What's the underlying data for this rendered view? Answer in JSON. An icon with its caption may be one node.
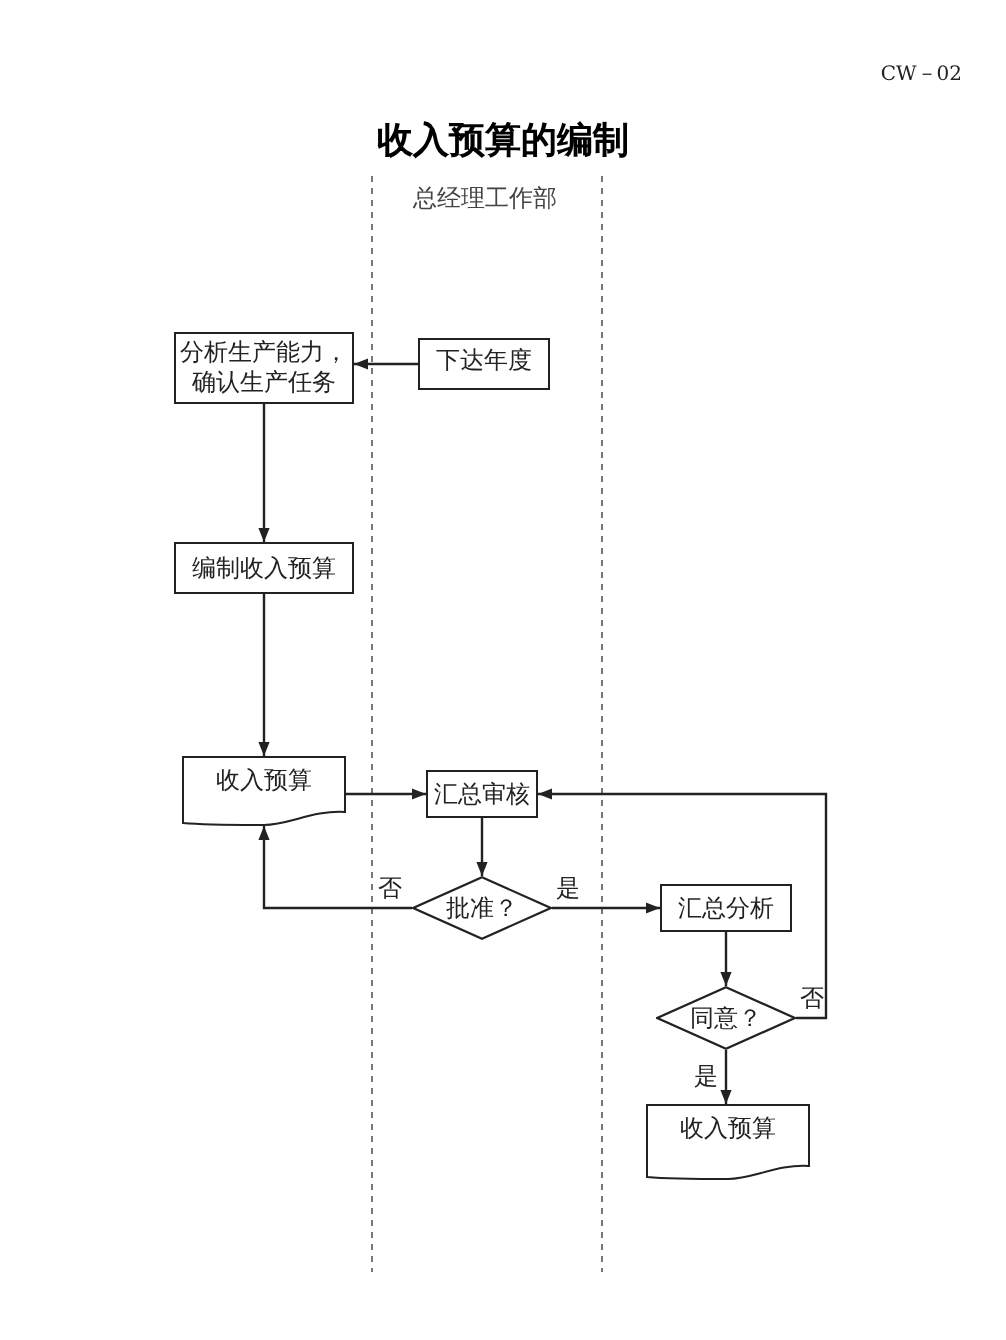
{
  "diagram": {
    "title": "收入预算的编制",
    "nodes": [
      {
        "text": [
          "分析生产能力，确认生产任务"
        ]
      },
      {
        "text": [
          "下达年度"
        ]
      },
      {
        "text": [
          "编制收入预算"
        ]
      },
      {
        "text": [
          "收入预算"
        ]
      },
      {
        "text": [
          "汇总审核"
        ]
      },
      {
        "text": [
          "批准？"
        ]
      },
      {
        "text": [
          "汇总分析"
        ]
      },
      {
        "text": [
          "同意？"
        ]
      },
      {
        "text": [
          "收入预算"
        ]
      }
    ],
    "edges": [
      {
        "from": 1,
        "to": 0,
        "arrow": "to"
      },
      {
        "from": 0,
        "to": 2,
        "arrow": "to"
      },
      {
        "from": 2,
        "to": 3,
        "arrow": "to"
      },
      {
        "from": 3,
        "to": 4,
        "arrow": "to"
      },
      {
        "from": 4,
        "to": 5,
        "arrow": "to"
      },
      {
        "from": 5,
        "to": 3,
        "arrow": "to",
        "label": "否"
      },
      {
        "from": 5,
        "to": 6,
        "arrow": "to",
        "label": "是"
      },
      {
        "from": 6,
        "to": 7,
        "arrow": "to"
      },
      {
        "from": 7,
        "to": 4,
        "arrow": "to",
        "label": "否"
      },
      {
        "from": 7,
        "to": 8,
        "arrow": "to",
        "label": "是"
      }
    ],
    "labels": [
      "CW－02",
      "总经理工作部"
    ]
  }
}
